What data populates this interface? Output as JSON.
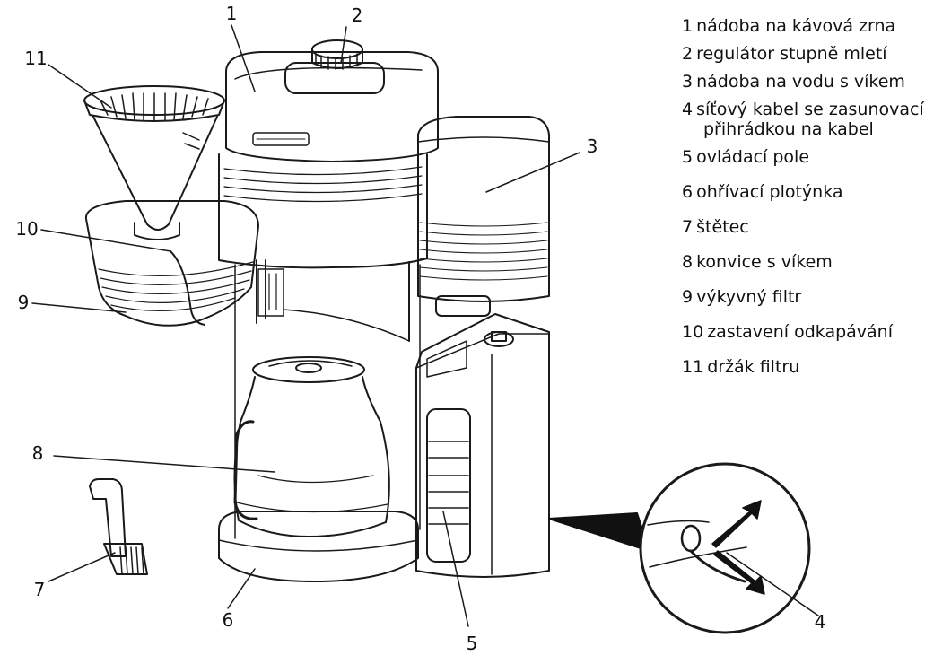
{
  "callouts": [
    "1",
    "2",
    "3",
    "4",
    "5",
    "6",
    "7",
    "8",
    "9",
    "10",
    "11"
  ],
  "legend": [
    {
      "num": "1",
      "text": "nádoba na kávová zrna"
    },
    {
      "num": "2",
      "text": "regulátor stupně mletí"
    },
    {
      "num": "3",
      "text": "nádoba na vodu s víkem"
    },
    {
      "num": "4",
      "text": "síťový kabel se zasunovací",
      "text2": "přihrádkou na kabel"
    },
    {
      "num": "5",
      "text": "ovládací pole"
    },
    {
      "num": "6",
      "text": "ohřívací plotýnka"
    },
    {
      "num": "7",
      "text": "štětec"
    },
    {
      "num": "8",
      "text": "konvice s víkem"
    },
    {
      "num": "9",
      "text": "výkyvný filtr"
    },
    {
      "num": "10",
      "text": "zastavení odkapávání"
    },
    {
      "num": "11",
      "text": "držák filtru"
    }
  ]
}
